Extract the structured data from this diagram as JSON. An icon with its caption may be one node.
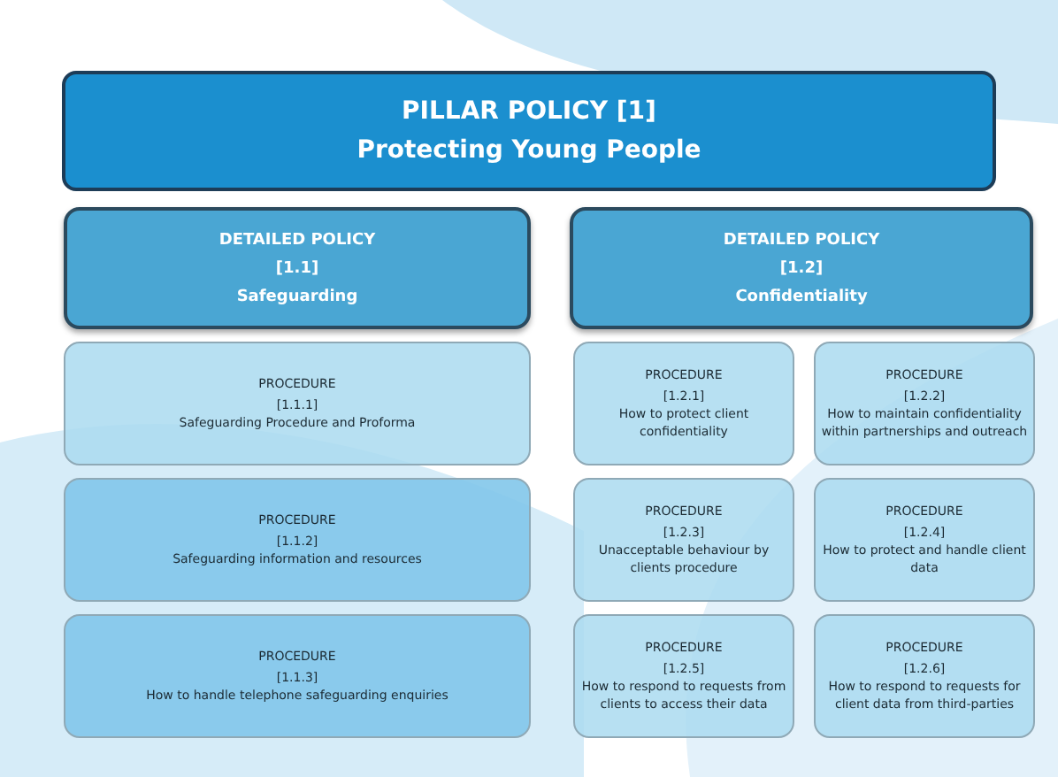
{
  "diagram": {
    "nodes": [
      {
        "text": [
          "PILLAR POLICY [1]",
          "Protecting Young People"
        ]
      },
      {
        "text": [
          "DETAILED POLICY",
          "[1.1]",
          "Safeguarding"
        ]
      },
      {
        "text": [
          "DETAILED POLICY",
          "[1.2]",
          "Confidentiality"
        ]
      },
      {
        "text": [
          "PROCEDURE",
          "[1.1.1]",
          "Safeguarding Procedure and Proforma"
        ]
      },
      {
        "text": [
          "PROCEDURE",
          "[1.1.2]",
          "Safeguarding information and resources"
        ]
      },
      {
        "text": [
          "PROCEDURE",
          "[1.1.3]",
          "How to handle telephone safeguarding enquiries"
        ]
      },
      {
        "text": [
          "PROCEDURE",
          "[1.2.1]",
          "How to protect client confidentiality"
        ]
      },
      {
        "text": [
          "PROCEDURE",
          "[1.2.2]",
          "How to maintain confidentiality within partnerships and outreach"
        ]
      },
      {
        "text": [
          "PROCEDURE",
          "[1.2.3]",
          "Unacceptable behaviour by clients procedure"
        ]
      },
      {
        "text": [
          "PROCEDURE",
          "[1.2.4]",
          "How to protect and handle client data"
        ]
      },
      {
        "text": [
          "PROCEDURE",
          "[1.2.5]",
          "How to respond to requests from clients to access their data"
        ]
      },
      {
        "text": [
          "PROCEDURE",
          "[1.2.6]",
          "How to respond to requests for client data from third-parties"
        ]
      }
    ]
  }
}
